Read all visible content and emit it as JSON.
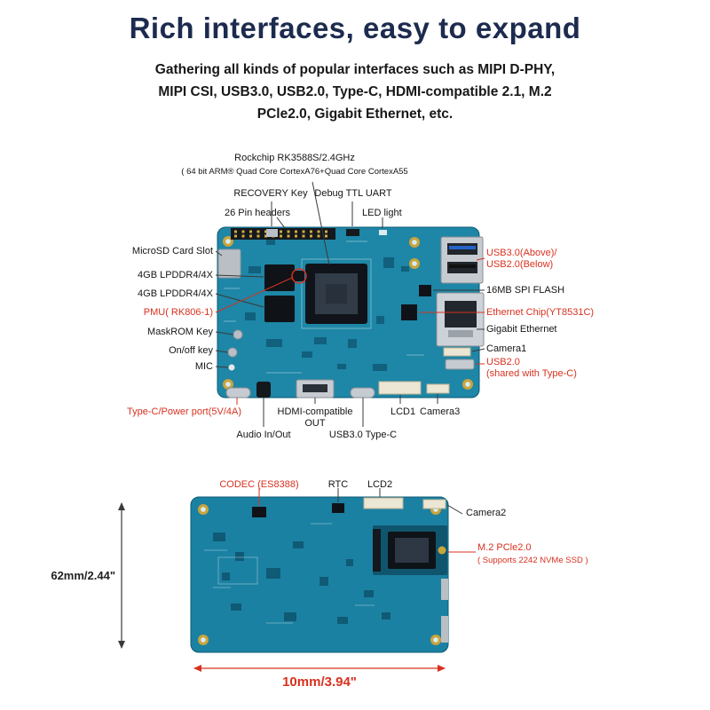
{
  "header": {
    "title": "Rich interfaces, easy to expand",
    "subtitle": "Gathering all kinds of popular interfaces such as MIPI D-PHY,\nMIPI CSI, USB3.0, USB2.0, Type-C, HDMI-compatible 2.1, M.2\nPCle2.0, Gigabit Ethernet, etc."
  },
  "colors": {
    "accent_red": "#d8311f",
    "title_navy": "#1c2b4e",
    "pcb_teal": "#1e86a6"
  },
  "board_top": {
    "labels": {
      "cpu_line1": "Rockchip RK3588S/2.4GHz",
      "cpu_line2": "( 64 bit ARM® Quad Core CortexA76+Quad Core CortexA55",
      "recovery_key": "RECOVERY Key",
      "debug_uart": "Debug TTL UART",
      "pin_headers": "26 Pin headers",
      "led_light": "LED light",
      "microsd": "MicroSD Card Slot",
      "ram1": "4GB LPDDR4/4X",
      "ram2": "4GB LPDDR4/4X",
      "pmu": "PMU( RK806-1)",
      "maskrom": "MaskROM Key",
      "onoff": "On/off key",
      "mic": "MIC",
      "usb3_usb2": "USB3.0(Above)/\nUSB2.0(Below)",
      "spi_flash": "16MB SPI FLASH",
      "eth_chip": "Ethernet Chip(YT8531C)",
      "gigabit": "Gigabit Ethernet",
      "camera1": "Camera1",
      "usb2_shared": "USB2.0\n(shared with Type-C)",
      "typec_power": "Type-C/Power port(5V/4A)",
      "audio": "Audio In/Out",
      "hdmi": "HDMI-compatible\nOUT",
      "usb3_typec": "USB3.0 Type-C",
      "lcd1": "LCD1",
      "camera3": "Camera3"
    }
  },
  "board_bottom": {
    "labels": {
      "codec": "CODEC (ES8388)",
      "rtc": "RTC",
      "lcd2": "LCD2",
      "camera2": "Camera2",
      "m2_line1": "M.2 PCle2.0",
      "m2_line2": "( Supports 2242 NVMe SSD )"
    },
    "dimensions": {
      "height": "62mm/2.44\"",
      "width": "10mm/3.94\""
    }
  }
}
